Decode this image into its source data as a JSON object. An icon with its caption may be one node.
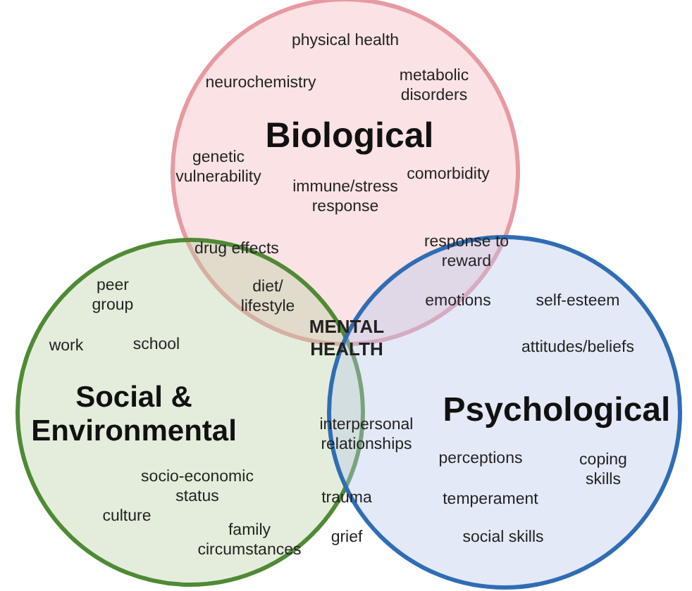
{
  "diagram": {
    "nodes": [
      {
        "text": [
          "Biological"
        ]
      },
      {
        "text": [
          "Social & Environmental"
        ]
      },
      {
        "text": [
          "Psychological"
        ]
      }
    ],
    "labels": [
      "physical health",
      "neurochemistry",
      "metabolic disorders",
      "genetic vulnerability",
      "immune/stress response",
      "comorbidity",
      "drug effects",
      "response to reward",
      "peer group",
      "diet/ lifestyle",
      "self-esteem",
      "work",
      "school",
      "emotions",
      "MENTAL HEALTH",
      "attitudes/beliefs",
      "interpersonal relationships",
      "perceptions",
      "coping skills",
      "socio-economic status",
      "trauma",
      "temperament",
      "culture",
      "family circumstances",
      "grief",
      "social skills"
    ]
  }
}
